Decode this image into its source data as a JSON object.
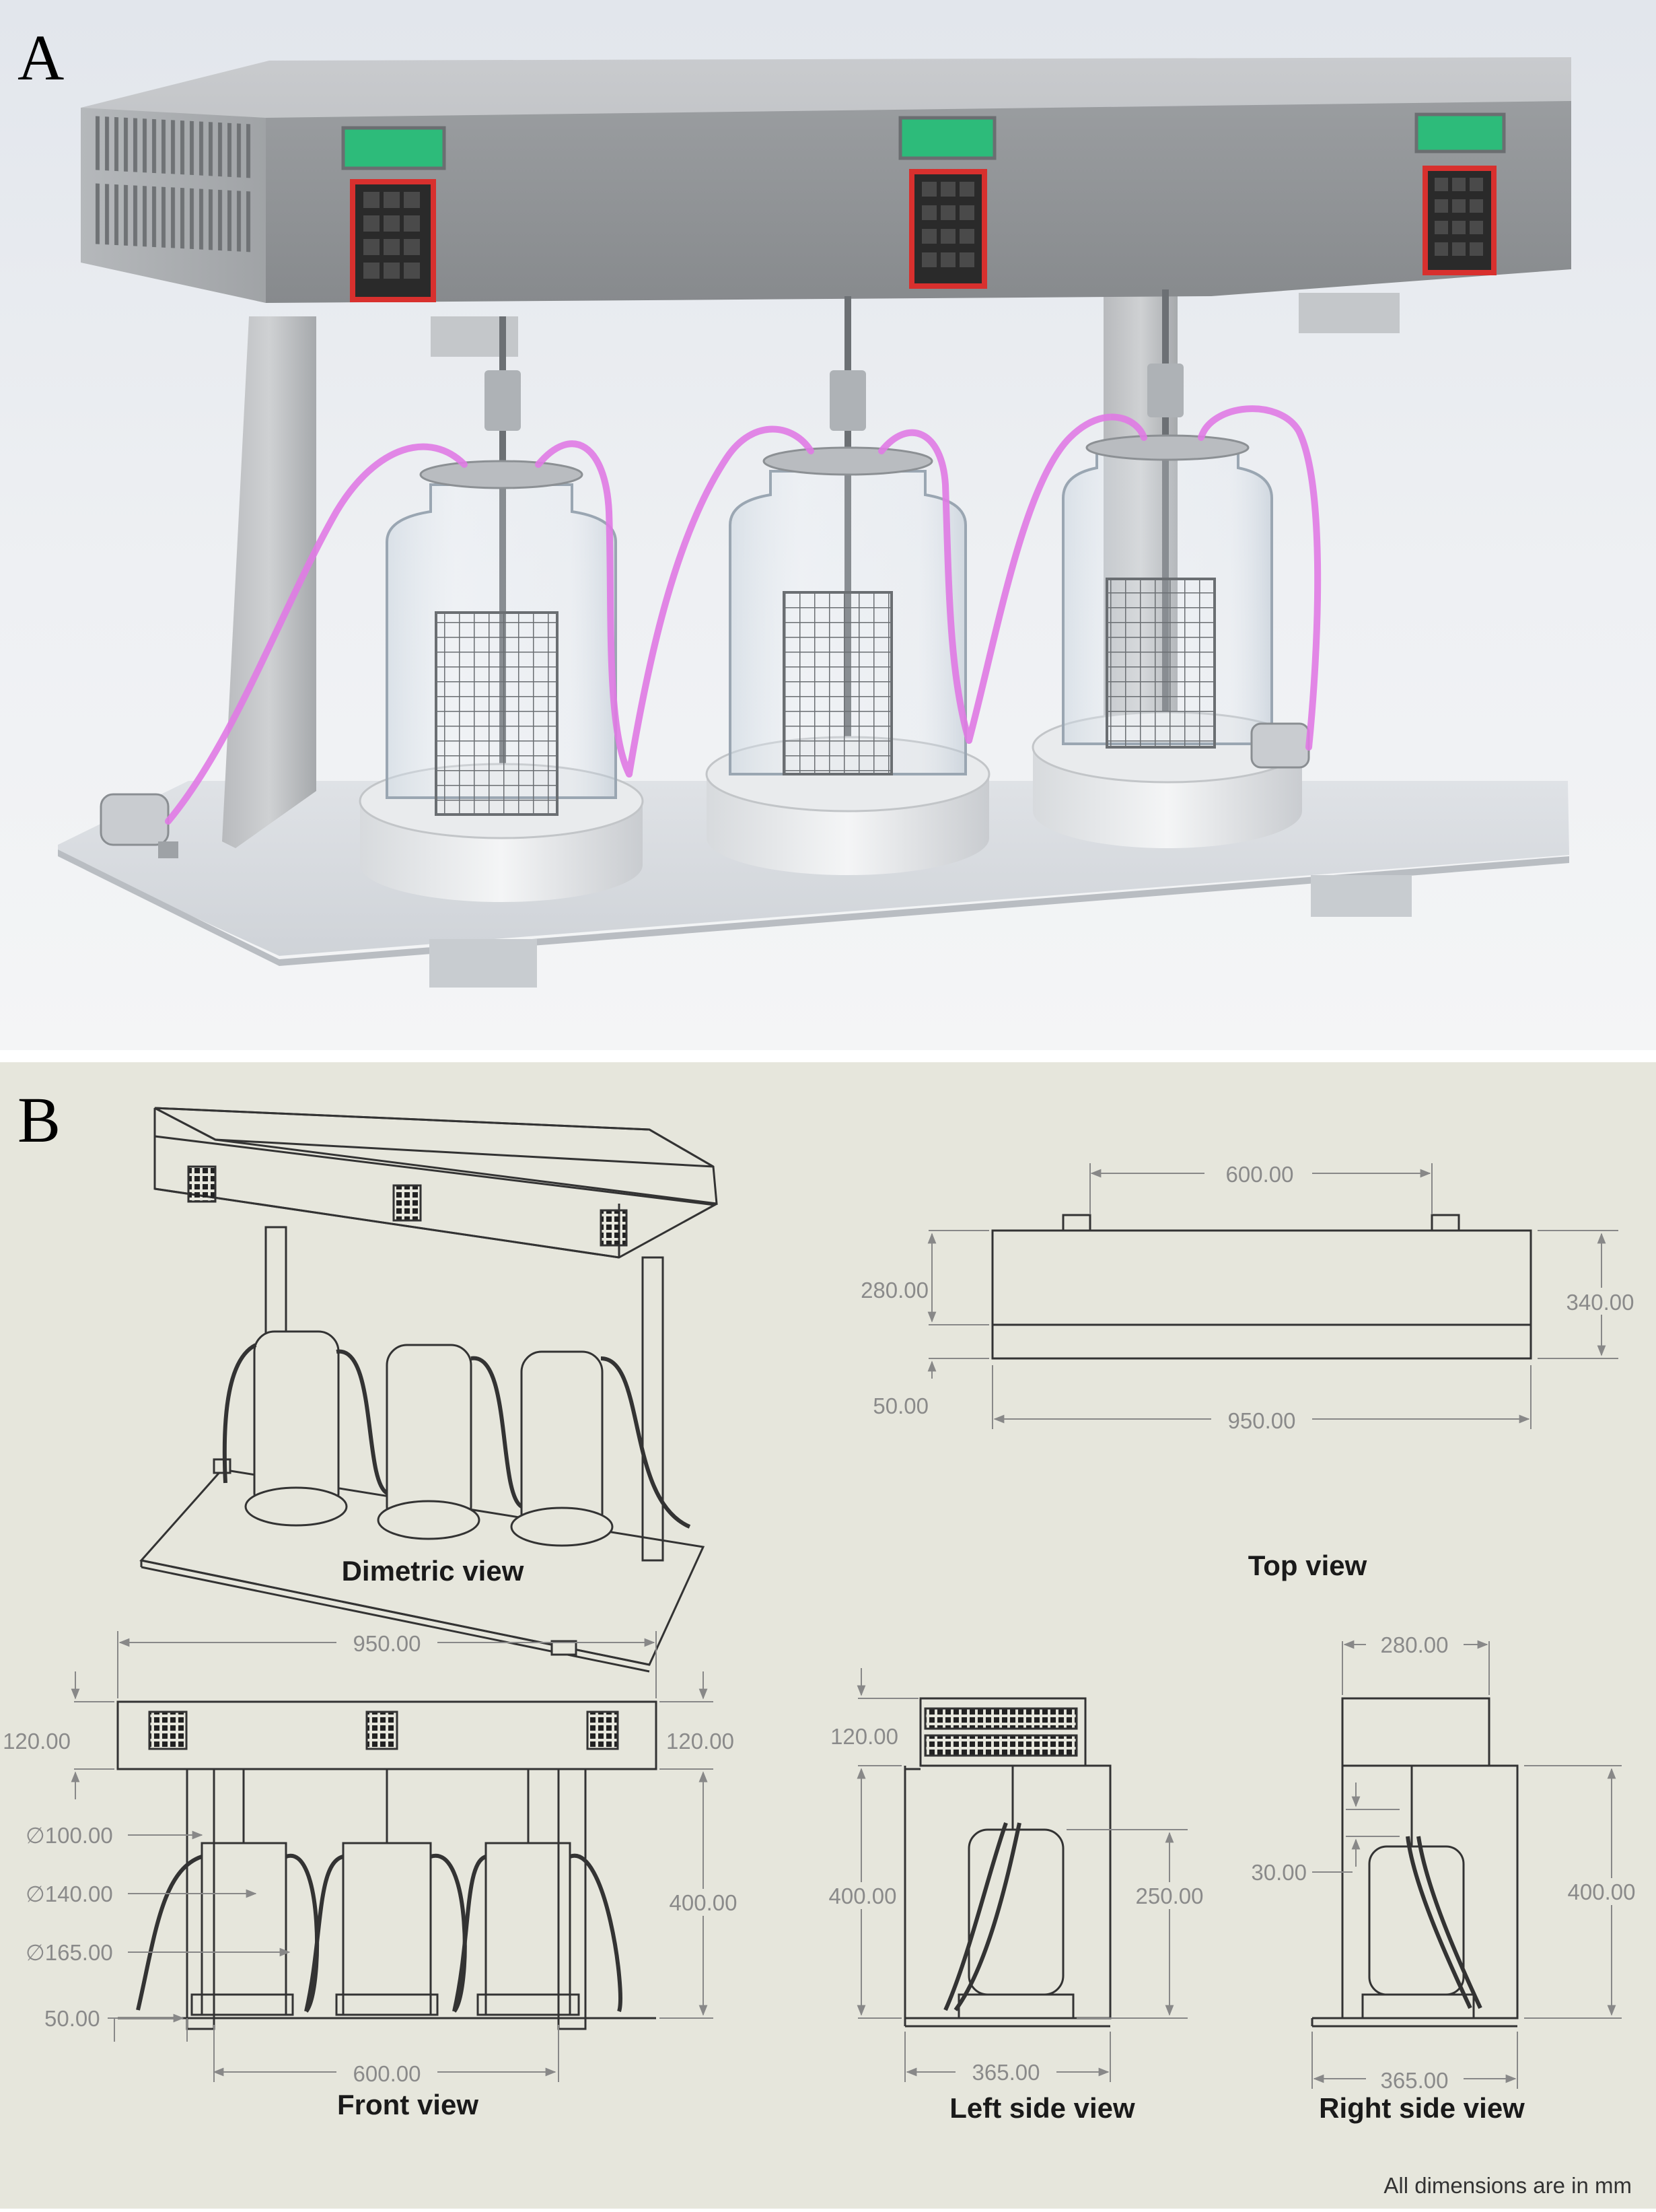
{
  "panels": {
    "a": {
      "letter": "A"
    },
    "b": {
      "letter": "B",
      "views": {
        "dimetric": {
          "caption": "Dimetric view"
        },
        "top": {
          "caption": "Top view",
          "dims": {
            "width_between_supports": "600.00",
            "depth_top": "280.00",
            "total_depth": "340.00",
            "base_offset": "50.00",
            "total_width": "950.00"
          }
        },
        "front": {
          "caption": "Front view",
          "dims": {
            "total_width": "950.00",
            "housing_height_left": "120.00",
            "housing_height_right": "120.00",
            "dia_1": "∅100.00",
            "dia_2": "∅140.00",
            "dia_3": "∅165.00",
            "height": "400.00",
            "edge_offset": "50.00",
            "support_span": "600.00"
          }
        },
        "left": {
          "caption": "Left side view",
          "dims": {
            "housing_height": "120.00",
            "height": "400.00",
            "vessel_height": "250.00",
            "depth": "365.00"
          }
        },
        "right": {
          "caption": "Right side view",
          "dims": {
            "top_depth": "280.00",
            "gap": "30.00",
            "height": "400.00",
            "depth": "365.00"
          }
        }
      },
      "note": "All dimensions are in mm"
    }
  },
  "colors": {
    "housing": "#8e9194",
    "display": "#2dbb7a",
    "keypad_frame": "#d8302e",
    "tubing": "#e07ae4",
    "drawing_bg": "#e6e6dc"
  }
}
